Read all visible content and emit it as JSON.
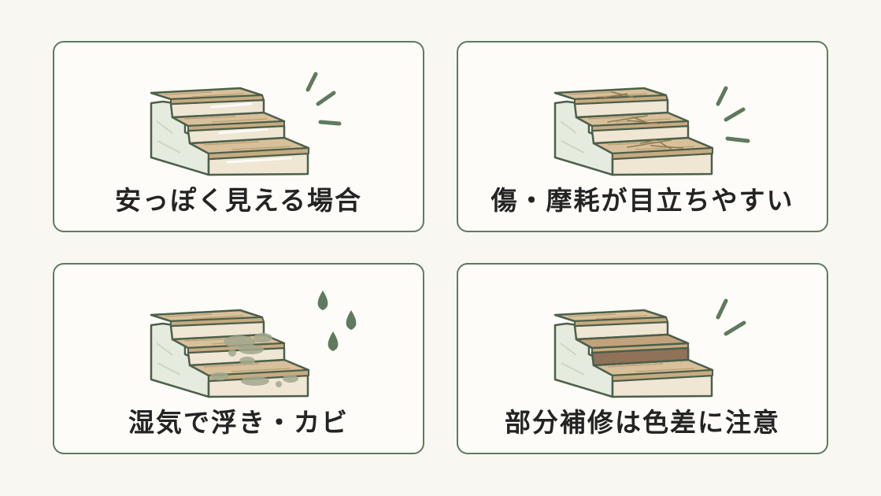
{
  "colors": {
    "background": "#f8f7f2",
    "card_border": "#5f7a5e",
    "accent_green": "#5f7a5e",
    "text": "#242424",
    "wood": "#d8c09a",
    "riser": "#efe6d4",
    "dark_patch": "#8f7257",
    "mold": "#a3a88e"
  },
  "panels": [
    {
      "label": "安っぽく見える場合",
      "icon": "shiny-staircase-icon"
    },
    {
      "label": "傷・摩耗が目立ちやすい",
      "icon": "scratched-staircase-icon"
    },
    {
      "label": "湿気で浮き・カビ",
      "icon": "moldy-staircase-icon"
    },
    {
      "label": "部分補修は色差に注意",
      "icon": "color-mismatch-staircase-icon"
    }
  ]
}
